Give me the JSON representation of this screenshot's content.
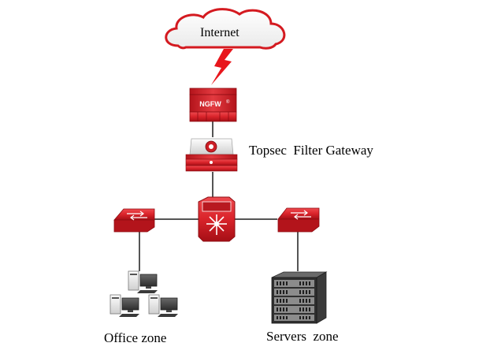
{
  "cloud": {
    "label": "Internet"
  },
  "ngfw": {
    "badge": "NGFW",
    "reg_mark": "®"
  },
  "gateway": {
    "label": "Topsec  Filter Gateway"
  },
  "zones": {
    "office": {
      "label": "Office zone"
    },
    "servers": {
      "label": "Servers  zone"
    }
  },
  "colors": {
    "device_red": "#d9232a",
    "device_dark_red": "#a50f16",
    "lightning": "#e8161c",
    "cloud_border": "#d41a20",
    "link": "#555555"
  },
  "icons": [
    "cloud-icon",
    "lightning-icon",
    "ngfw-firewall-icon",
    "filter-gateway-icon",
    "core-switch-icon",
    "switch-icon",
    "pc-icon",
    "server-rack-icon"
  ]
}
